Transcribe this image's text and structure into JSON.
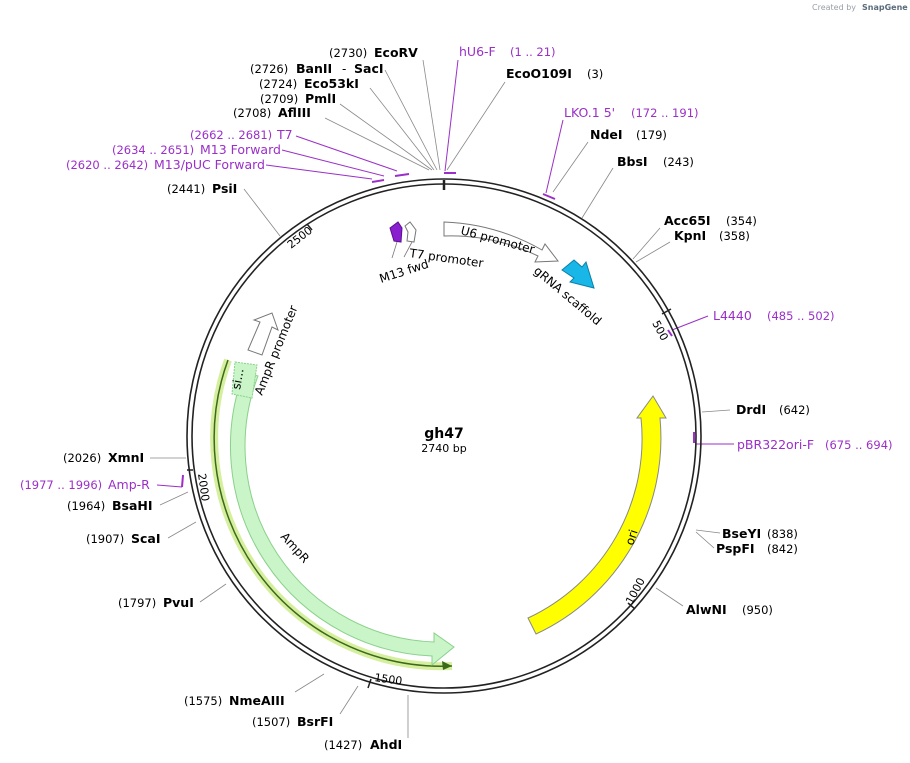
{
  "plasmid": {
    "name": "gh47",
    "length_label": "2740 bp"
  },
  "credit": {
    "prefix": "Created by",
    "brand": "SnapGene"
  },
  "ticks": [
    "500",
    "1000",
    "1500",
    "2000",
    "2500"
  ],
  "features": {
    "u6_promoter": "U6 promoter",
    "grna_scaffold": "gRNA scaffold",
    "t7_promoter": "T7 promoter",
    "m13_fwd": "M13 fwd",
    "ampr_promoter": "AmpR promoter",
    "ampr": "AmpR",
    "signal": "si...",
    "ori": "ori"
  },
  "enzymes": [
    {
      "name": "EcoRV",
      "pos": "(2730)"
    },
    {
      "name": "BanII",
      "pos": "(2726)"
    },
    {
      "name": "SacI",
      "pos": ""
    },
    {
      "name": "Eco53kI",
      "pos": "(2724)"
    },
    {
      "name": "PmlI",
      "pos": "(2709)"
    },
    {
      "name": "AflIII",
      "pos": "(2708)"
    },
    {
      "name": "EcoO109I",
      "pos": "(3)"
    },
    {
      "name": "NdeI",
      "pos": "(179)"
    },
    {
      "name": "BbsI",
      "pos": "(243)"
    },
    {
      "name": "Acc65I",
      "pos": "(354)"
    },
    {
      "name": "KpnI",
      "pos": "(358)"
    },
    {
      "name": "DrdI",
      "pos": "(642)"
    },
    {
      "name": "BseYI",
      "pos": "(838)"
    },
    {
      "name": "PspFI",
      "pos": "(842)"
    },
    {
      "name": "AlwNI",
      "pos": "(950)"
    },
    {
      "name": "AhdI",
      "pos": "(1427)"
    },
    {
      "name": "BsrFI",
      "pos": "(1507)"
    },
    {
      "name": "NmeAIII",
      "pos": "(1575)"
    },
    {
      "name": "PvuI",
      "pos": "(1797)"
    },
    {
      "name": "ScaI",
      "pos": "(1907)"
    },
    {
      "name": "BsaHI",
      "pos": "(1964)"
    },
    {
      "name": "XmnI",
      "pos": "(2026)"
    },
    {
      "name": "PsiI",
      "pos": "(2441)"
    }
  ],
  "primers": [
    {
      "name": "hU6-F",
      "range": "(1 .. 21)"
    },
    {
      "name": "LKO.1 5'",
      "range": "(172 .. 191)"
    },
    {
      "name": "L4440",
      "range": "(485 .. 502)"
    },
    {
      "name": "pBR322ori-F",
      "range": "(675 .. 694)"
    },
    {
      "name": "Amp-R",
      "range": "(1977 .. 1996)"
    },
    {
      "name": "T7",
      "range": "(2662 .. 2681)"
    },
    {
      "name": "M13 Forward",
      "range": "(2634 .. 2651)"
    },
    {
      "name": "M13/pUC Forward",
      "range": "(2620 .. 2642)"
    }
  ],
  "colors": {
    "backbone": "#222222",
    "primer": "#9b2fc8",
    "grna": "#19b7e8",
    "m13": "#8a1fd0",
    "ori": "#ffff00",
    "ampr": "#c9f5c9",
    "ampr_outline": "#8bd08b",
    "highlight": "#d6ef9e"
  }
}
